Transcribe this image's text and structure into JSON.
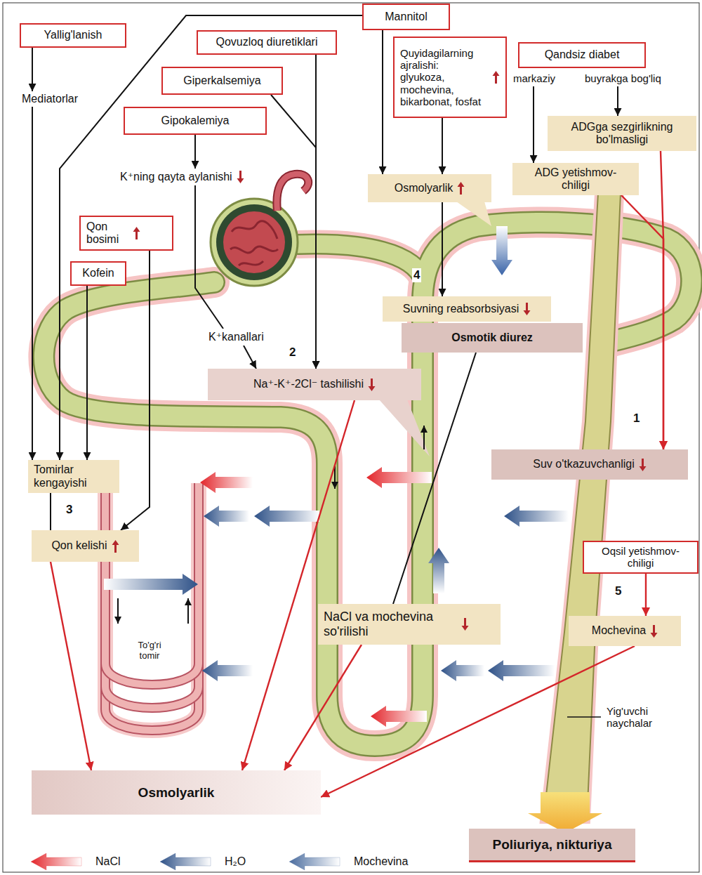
{
  "diagram": {
    "nodes": [
      {
        "text": [
          "Yallig'lanish"
        ]
      },
      {
        "text": [
          "Mediatorlar"
        ]
      },
      {
        "text": [
          "Mannitol"
        ]
      },
      {
        "text": [
          "Qovuzloq diuretiklari"
        ]
      },
      {
        "text": [
          "Giperkalsemiya"
        ]
      },
      {
        "text": [
          "Gipokalemiya"
        ]
      },
      {
        "text": [
          "K⁺ning qayta aylanishi"
        ]
      },
      {
        "text": [
          "Quyidagilarning ajralishi: glyukoza, mochevina, bikarbonat, fosfat"
        ]
      },
      {
        "text": [
          "Osmolyarlik"
        ]
      },
      {
        "text": [
          "Qandsiz diabet"
        ]
      },
      {
        "text": [
          "markaziy"
        ]
      },
      {
        "text": [
          "buyrakga bog'liq"
        ]
      },
      {
        "text": [
          "ADGga sezgirlikning bo'lmasligi"
        ]
      },
      {
        "text": [
          "ADG yetishmov- chiligi"
        ]
      },
      {
        "text": [
          "Qon bosimi"
        ]
      },
      {
        "text": [
          "Kofein"
        ]
      },
      {
        "text": [
          "Suvning reabsorbsiyasi"
        ]
      },
      {
        "text": [
          "Osmotik diurez"
        ]
      },
      {
        "text": [
          "K⁺kanallari"
        ]
      },
      {
        "text": [
          "Na⁺-K⁺-2Cl⁻ tashilishi"
        ]
      },
      {
        "text": [
          "Suv o'tkazuvchanligi"
        ]
      },
      {
        "text": [
          "Tomirlar kengayishi"
        ]
      },
      {
        "text": [
          "Qon kelishi"
        ]
      },
      {
        "text": [
          "Oqsil yetishmov- chiligi"
        ]
      },
      {
        "text": [
          "NaCl va mochevina so'rilishi"
        ]
      },
      {
        "text": [
          "Mochevina"
        ]
      },
      {
        "text": [
          "Osmolyarlik"
        ]
      },
      {
        "text": [
          "Poliuriya, nikturiya"
        ]
      }
    ],
    "edges": [
      {
        "from": 0,
        "to": 1,
        "arrow": "to"
      },
      {
        "from": 1,
        "to": 21,
        "arrow": "to"
      },
      {
        "from": 2,
        "to": 21,
        "arrow": "to"
      },
      {
        "from": 2,
        "to": 8,
        "arrow": "to"
      },
      {
        "from": 15,
        "to": 21,
        "arrow": "to"
      },
      {
        "from": 14,
        "to": 22,
        "arrow": "to"
      },
      {
        "from": 21,
        "to": 22,
        "arrow": "none"
      },
      {
        "from": 22,
        "to": 26,
        "arrow": "to"
      },
      {
        "from": 3,
        "to": 19,
        "arrow": "to"
      },
      {
        "from": 4,
        "to": 19,
        "arrow": "to"
      },
      {
        "from": 5,
        "to": 6,
        "arrow": "to"
      },
      {
        "from": 6,
        "to": 18,
        "arrow": "none"
      },
      {
        "from": 18,
        "to": 19,
        "arrow": "to"
      },
      {
        "from": 19,
        "to": 26,
        "arrow": "to"
      },
      {
        "from": 7,
        "to": 8,
        "arrow": "to"
      },
      {
        "from": 8,
        "to": 16,
        "arrow": "to"
      },
      {
        "from": 10,
        "to": 13,
        "arrow": "to"
      },
      {
        "from": 11,
        "to": 12,
        "arrow": "to"
      },
      {
        "from": 13,
        "to": 20,
        "arrow": "to"
      },
      {
        "from": 12,
        "to": 20,
        "arrow": "to"
      },
      {
        "from": 17,
        "to": 24,
        "arrow": "none"
      },
      {
        "from": 24,
        "to": 26,
        "arrow": "to"
      },
      {
        "from": 23,
        "to": 25,
        "arrow": "to"
      },
      {
        "from": 25,
        "to": 26,
        "arrow": "to"
      }
    ],
    "labels": [
      "4",
      "2",
      "1",
      "3",
      "5",
      "To'g'ri tomir",
      "Yig'uvchi naychalar"
    ],
    "legend": [
      {
        "text": "NaCl",
        "color": "#e3262b"
      },
      {
        "text": "H₂O",
        "color": "#2f5288"
      },
      {
        "text": "Mochevina",
        "color": "#4a6c9e"
      }
    ]
  }
}
